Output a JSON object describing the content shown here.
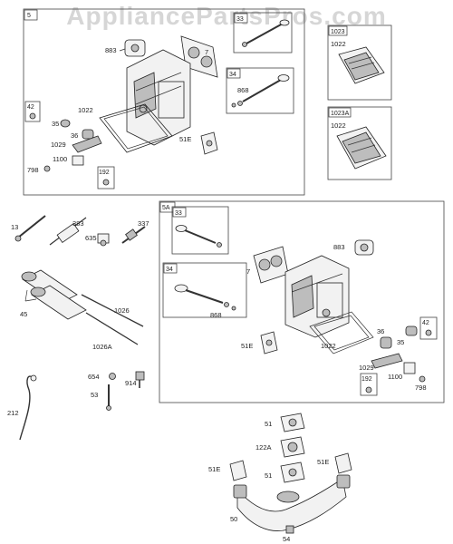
{
  "watermark": "AppliancePartsPros.com",
  "groups": [
    {
      "id": "5"
    },
    {
      "id": "5A"
    },
    {
      "id": "1023"
    },
    {
      "id": "1023A"
    }
  ],
  "callouts": {
    "c33a": "33",
    "c34a": "34",
    "c42a": "42",
    "c192a": "192",
    "c33b": "33",
    "c34b": "34",
    "c42b": "42",
    "c192b": "192"
  },
  "labels": {
    "l883a": "883",
    "l7a": "7",
    "l868a": "868",
    "l1022a": "1022",
    "l35a": "35",
    "l36a": "36",
    "l1029a": "1029",
    "l1100a": "1100",
    "l798a": "798",
    "l51Ea": "51E",
    "l1022b": "1022",
    "l1022c": "1022",
    "l13": "13",
    "l383": "383",
    "l337": "337",
    "l635": "635",
    "l883b": "883",
    "l7b": "7",
    "l868b": "868",
    "l51Eb": "51E",
    "l1022d": "1022",
    "l36b": "36",
    "l35b": "35",
    "l1029b": "1029",
    "l1100b": "1100",
    "l798b": "798",
    "l45": "45",
    "l1026": "1026",
    "l1026A": "1026A",
    "l212": "212",
    "l654": "654",
    "l914": "914",
    "l53": "53",
    "l51a": "51",
    "l122A": "122A",
    "l51b": "51",
    "l51Ec": "51E",
    "l51Ed": "51E",
    "l50": "50",
    "l54": "54"
  }
}
